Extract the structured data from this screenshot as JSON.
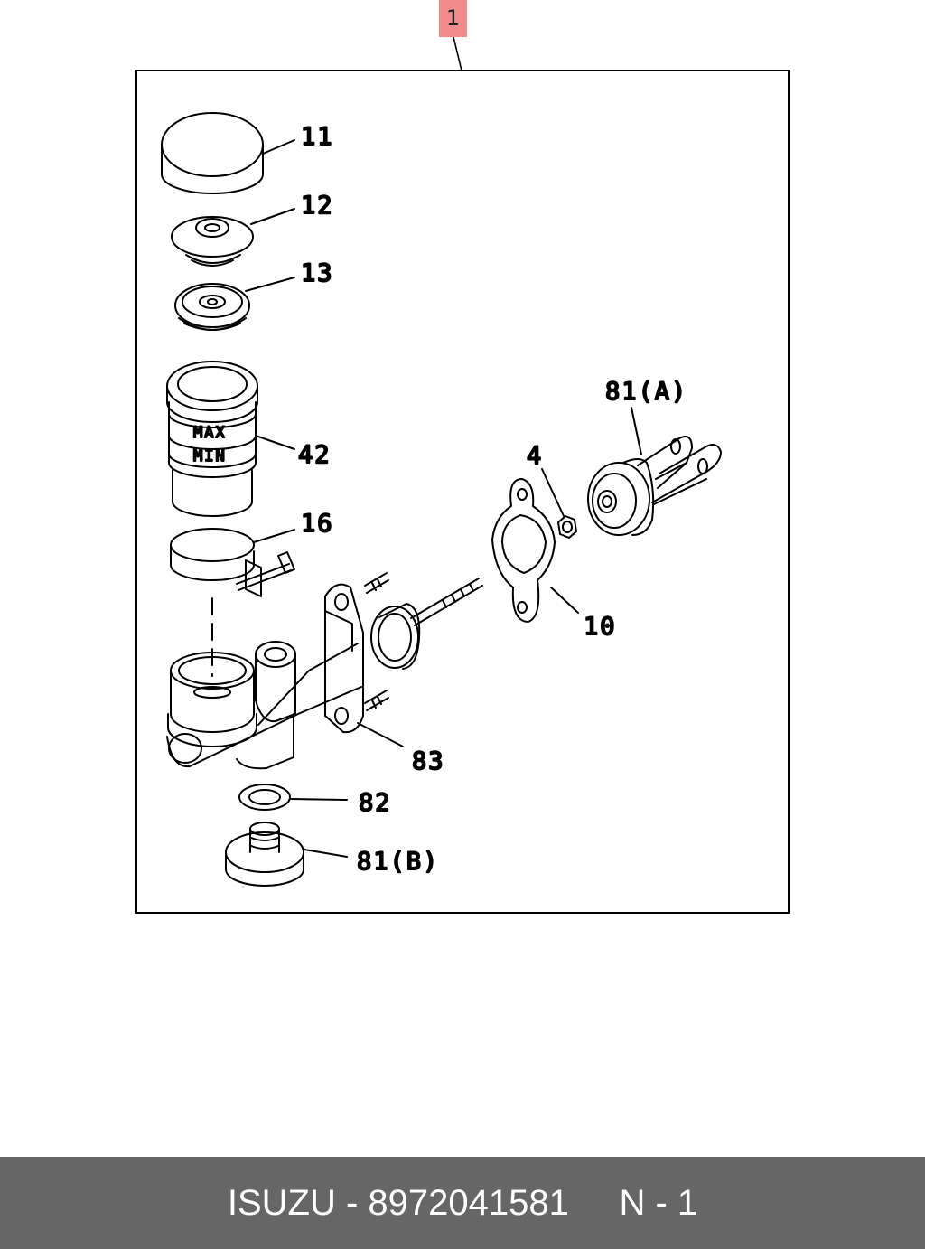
{
  "callout": {
    "number": "1",
    "color": "#f08c8c"
  },
  "labels": {
    "p11": "11",
    "p12": "12",
    "p13": "13",
    "p42": "42",
    "p16": "16",
    "p4": "4",
    "p81a": "81(A)",
    "p10": "10",
    "p83": "83",
    "p82": "82",
    "p81b": "81(B)"
  },
  "level_marks": {
    "max": "MAX",
    "min": "MIN"
  },
  "footer": {
    "brand": "ISUZU",
    "separator": " - ",
    "part_number": "8972041581",
    "spacer": "     ",
    "note": "N - 1",
    "background": "#666666"
  }
}
